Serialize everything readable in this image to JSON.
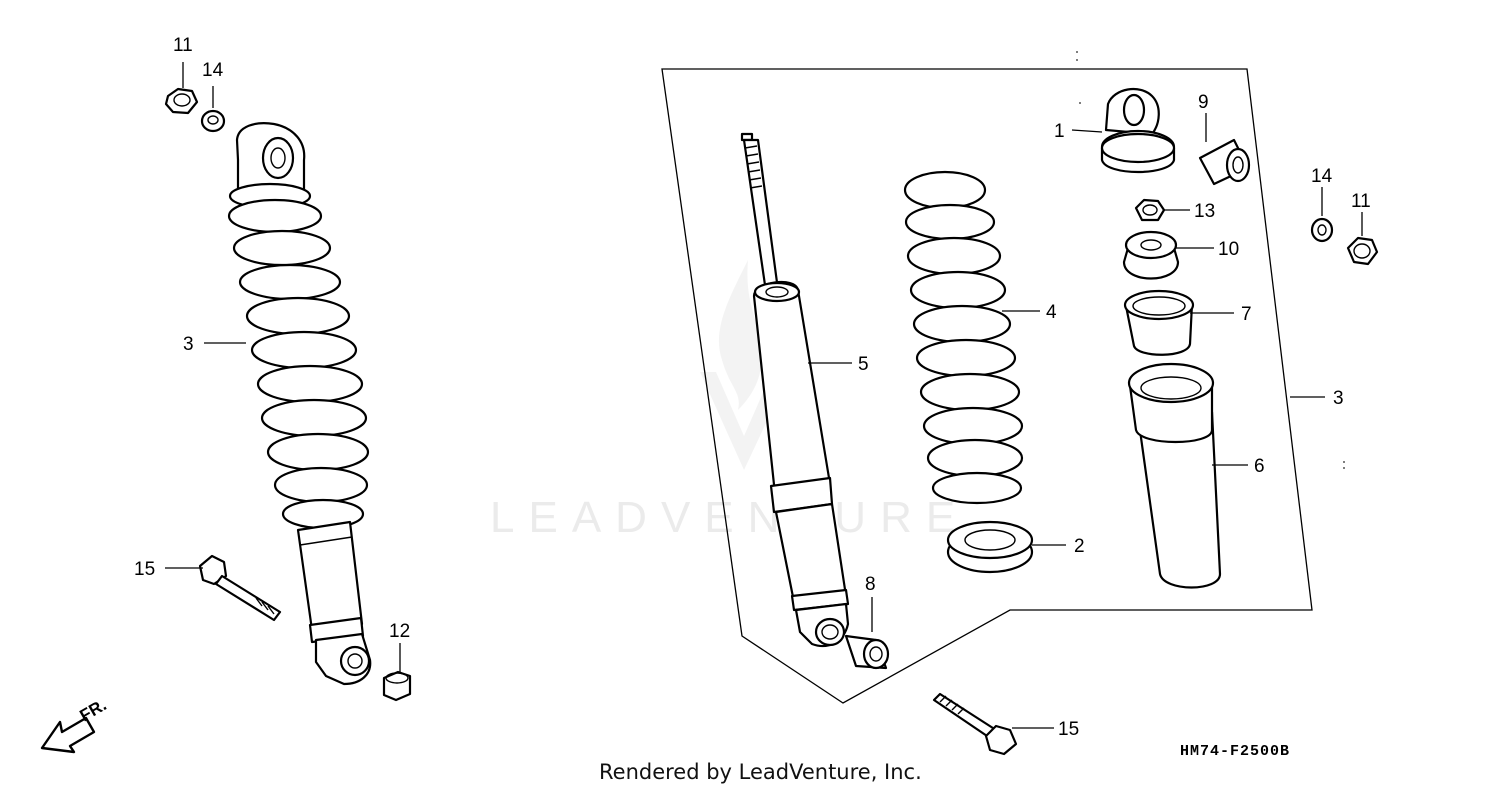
{
  "diagram": {
    "callouts": {
      "left": {
        "nut_top": "11",
        "washer_top": "14",
        "shock_assembly": "3",
        "bolt": "15",
        "nut_bottom": "12"
      },
      "exploded": {
        "upper_mount": "1",
        "bushing_top": "9",
        "nut": "13",
        "stopper_rubber": "10",
        "collar": "7",
        "assembly_bracket": "3",
        "dust_cover": "6",
        "spring": "4",
        "damper": "5",
        "spring_seat": "2",
        "bushing_bottom": "8",
        "bolt": "15"
      },
      "right": {
        "washer": "14",
        "nut": "11"
      }
    },
    "direction_label": "FR.",
    "drawing_code": "HM74-F2500B",
    "credit": "Rendered by LeadVenture, Inc.",
    "watermark": "LEADVENTURE"
  }
}
